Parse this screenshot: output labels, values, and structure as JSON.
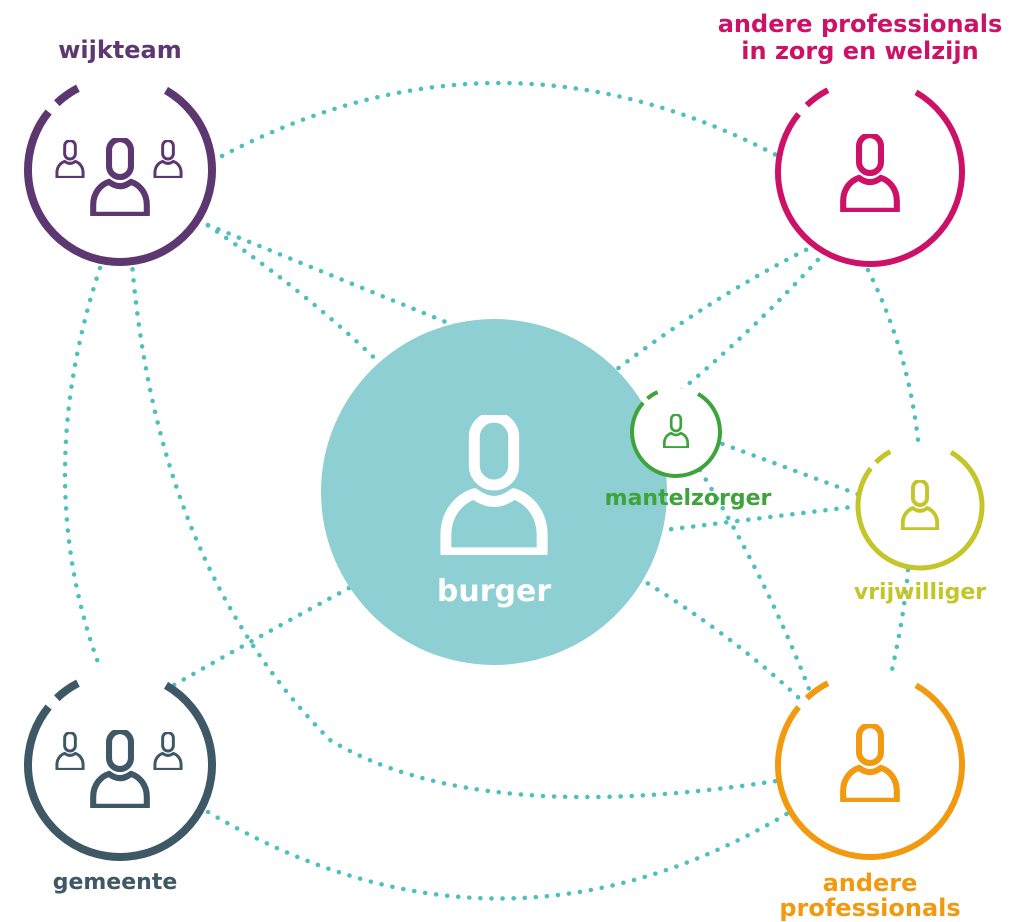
{
  "colors": {
    "connector": "#4dbfbd",
    "burger": "#8ecfd3",
    "wijkteam": "#5d3770",
    "zorg": "#cc1166",
    "mantelzorger": "#3ea33b",
    "vrijwilliger": "#c4c528",
    "gemeente": "#3e5866",
    "professionals": "#f29a0f"
  },
  "nodes": {
    "wijkteam": {
      "label": "wijkteam",
      "icon": "group-icon"
    },
    "zorg": {
      "label_line1": "andere professionals",
      "label_line2": "in zorg en welzijn",
      "icon": "person-icon"
    },
    "burger": {
      "label": "burger",
      "icon": "person-icon"
    },
    "mantelzorger": {
      "label": "mantelzorger",
      "icon": "person-icon"
    },
    "vrijwilliger": {
      "label": "vrijwilliger",
      "icon": "person-icon"
    },
    "gemeente": {
      "label": "gemeente",
      "icon": "group-icon"
    },
    "professionals": {
      "label_line1": "andere",
      "label_line2": "professionals",
      "icon": "person-icon"
    }
  }
}
